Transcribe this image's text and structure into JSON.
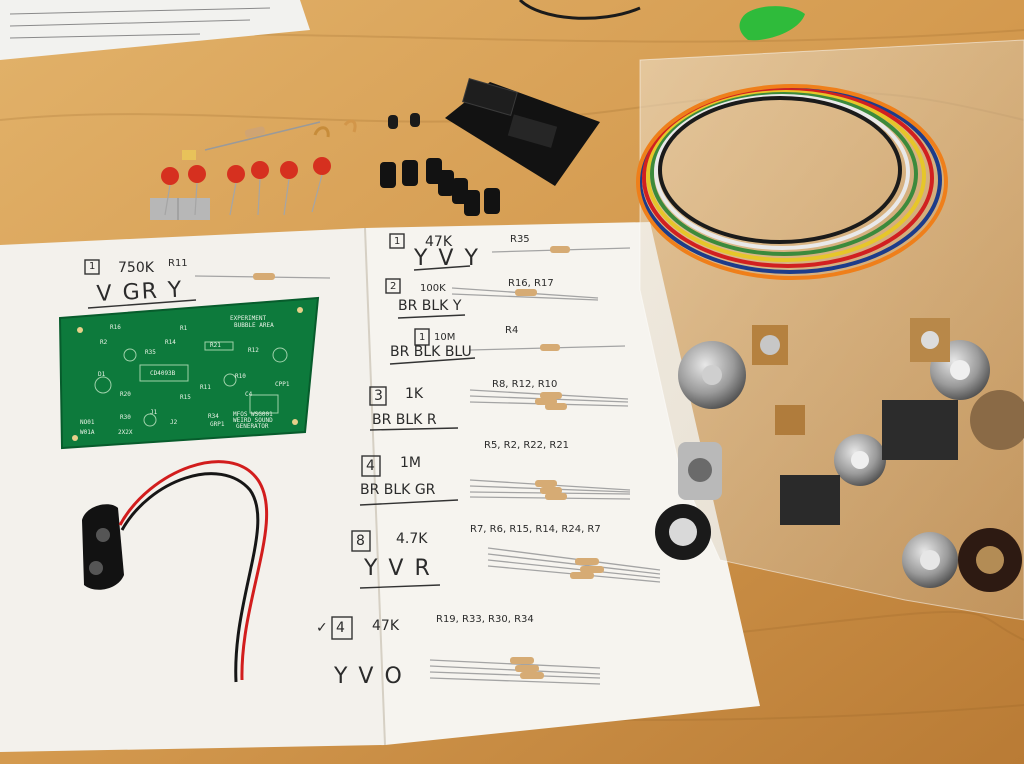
{
  "sheet": {
    "left_entries": [
      {
        "count": "1",
        "value": "750K",
        "refs": "R11",
        "colors": "V GR Y"
      }
    ],
    "right_entries": [
      {
        "count": "1",
        "value": "47K",
        "refs": "R35",
        "colors": "Y V Y"
      },
      {
        "count": "2",
        "value": "100K",
        "refs": "R16, R17",
        "colors": "BR BLK Y"
      },
      {
        "count": "1",
        "value": "10M",
        "refs": "R4",
        "colors": "BR BLK BLU"
      },
      {
        "count": "3",
        "value": "1K",
        "refs": "R8, R12, R10",
        "colors": "BR BLK R"
      },
      {
        "count": "4",
        "value": "1M",
        "refs": "R5, R2, R22, R21",
        "colors": "BR BLK GR"
      },
      {
        "count": "8",
        "value": "4.7K",
        "refs": "R7, R6, R15, R14, R24, R7",
        "colors": "Y V R"
      },
      {
        "count": "4",
        "value": "47K",
        "refs": "R19, R33, R30, R34",
        "colors": "Y V O",
        "check": "✓"
      }
    ]
  },
  "pcb": {
    "title_lines": [
      "EXPERIMENT",
      "BUBBLE AREA"
    ],
    "footer_lines": [
      "MFOS WSG001",
      "WEIRD SOUND",
      "GENERATOR"
    ],
    "labels": [
      "CD4093B",
      "R21",
      "R12",
      "R11",
      "R10",
      "R35",
      "C4",
      "R20",
      "R15",
      "R16",
      "R30",
      "R34",
      "R1",
      "R2",
      "R14",
      "D1",
      "J1",
      "J2",
      "GRP1",
      "CPP1",
      "NO01",
      "W01A",
      "2X2X"
    ]
  },
  "colors": {
    "table": "#d9a45a",
    "paper": "#f4f1ea",
    "pcb": "#0d7a3c",
    "wire_red": "#d21d1d",
    "wire_black": "#161616",
    "capacitor_red": "#d6301f",
    "pick_green": "#2fbb3b"
  }
}
